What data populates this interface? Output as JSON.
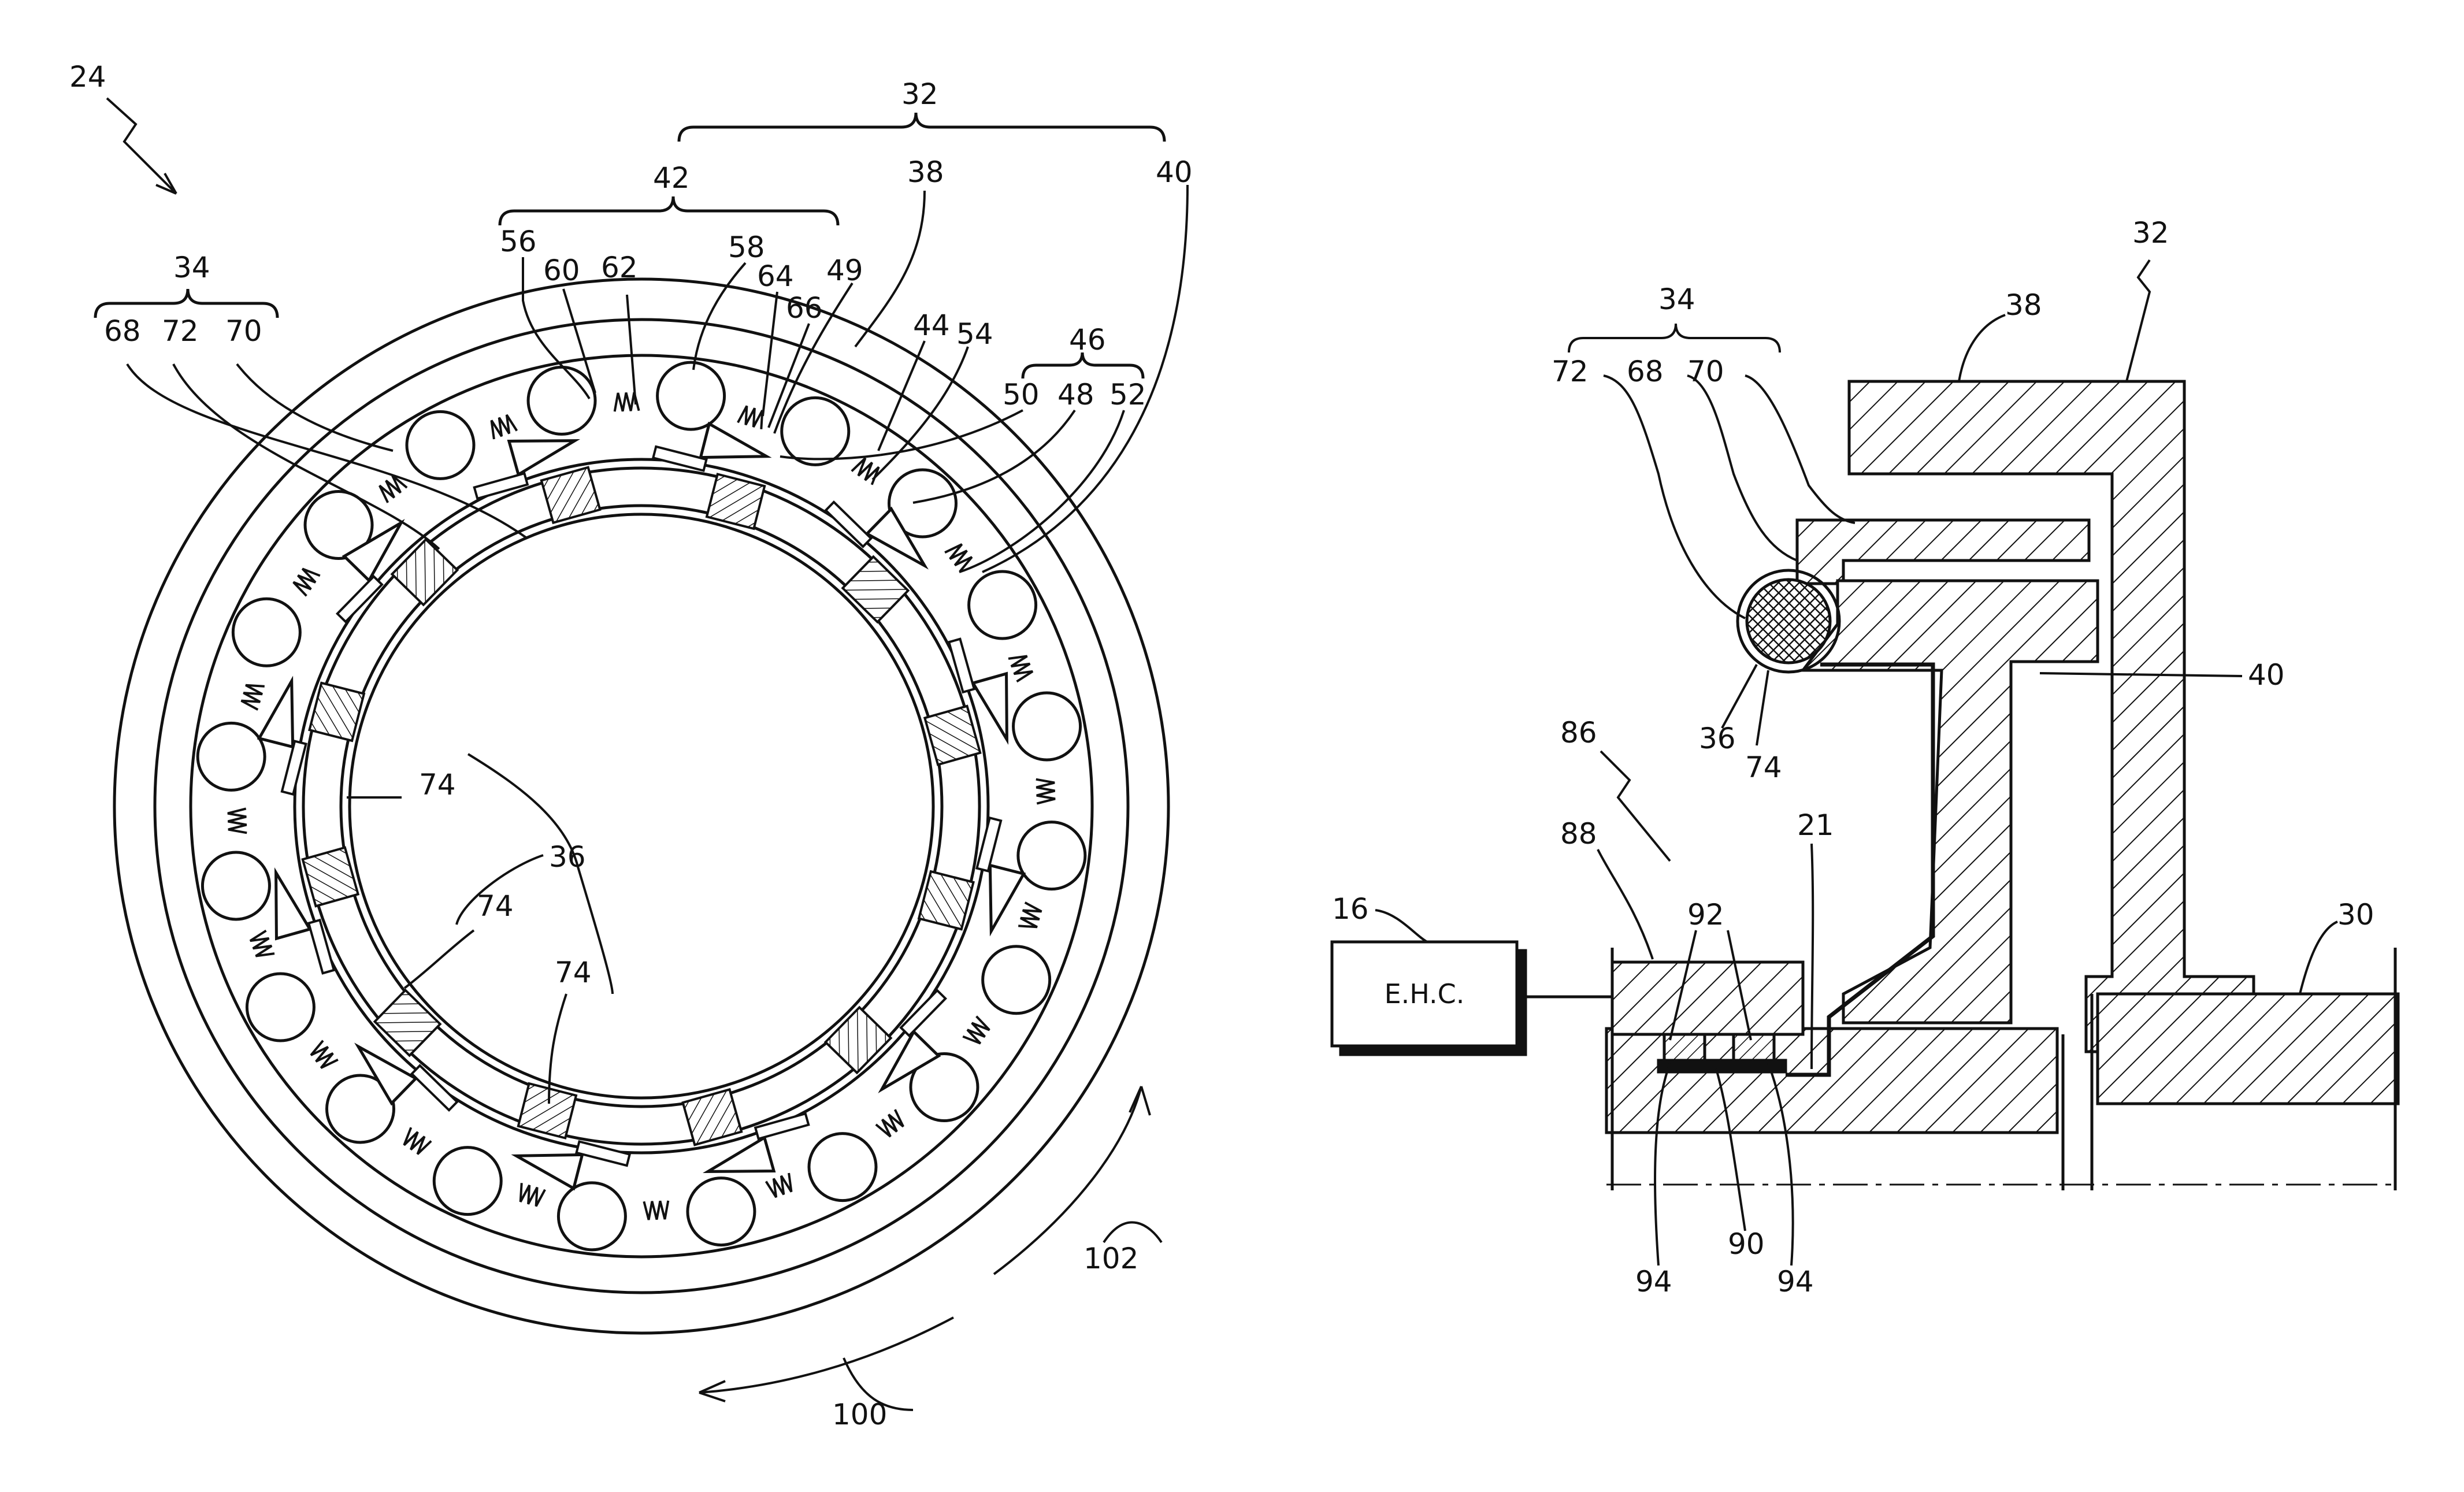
{
  "figure": {
    "left_labels": {
      "l24": "24",
      "l32": "32",
      "l42": "42",
      "l38": "38",
      "l40": "40",
      "l56": "56",
      "l60": "60",
      "l62": "62",
      "l58": "58",
      "l64": "64",
      "l66": "66",
      "l49": "49",
      "l44": "44",
      "l54": "54",
      "l46": "46",
      "l50": "50",
      "l48": "48",
      "l52": "52",
      "l34": "34",
      "l68": "68",
      "l72": "72",
      "l70": "70",
      "l74a": "74",
      "l74b": "74",
      "l74c": "74",
      "l36": "36",
      "l102": "102",
      "l100": "100"
    },
    "right_labels": {
      "l34": "34",
      "l72": "72",
      "l68": "68",
      "l70": "70",
      "l38": "38",
      "l32": "32",
      "l40": "40",
      "l36": "36",
      "l74": "74",
      "l86": "86",
      "l88": "88",
      "l21": "21",
      "l92": "92",
      "l16": "16",
      "l30": "30",
      "l94a": "94",
      "l90": "90",
      "l94b": "94"
    },
    "controller_box": "E.H.C."
  }
}
